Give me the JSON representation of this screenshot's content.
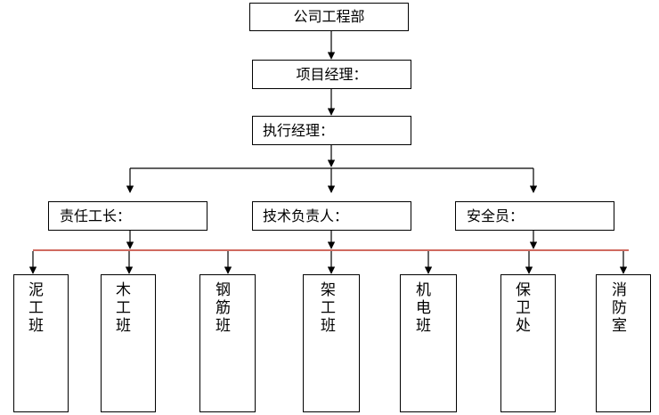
{
  "org_chart": {
    "top": "公司工程部",
    "project_manager": "项目经理：",
    "executive_manager": "执行经理：",
    "mid": {
      "foreman": "责任工长：",
      "tech_lead": "技术负责人：",
      "safety_officer": "安全员："
    },
    "teams": [
      "泥工班",
      "木工班",
      "钢筋班",
      "架工班",
      "机电班",
      "保卫处",
      "消防室"
    ]
  },
  "colors": {
    "line": "#000000",
    "branch_line": "#c0392b",
    "box_border": "#000000"
  }
}
